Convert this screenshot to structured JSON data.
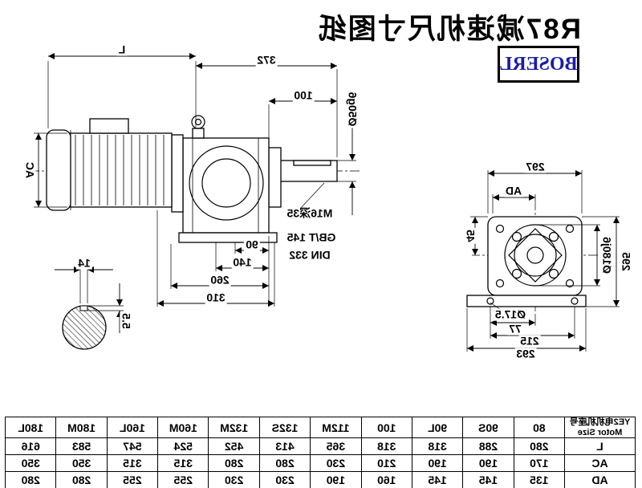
{
  "title": "R87减速机尺寸图纸",
  "logo": {
    "text": "BOSERL",
    "color": "#1b1caa"
  },
  "side_view": {
    "dims": {
      "L": "L",
      "len372": "372",
      "len100": "100",
      "shaft": "Ø50g6",
      "ac": "AC",
      "b90": "90",
      "b140": "140",
      "b260": "260",
      "b310": "310",
      "key_w": "14",
      "key_h": "5.5"
    },
    "notes": {
      "tap": "M16深35",
      "gb": "GB/T 145",
      "din": "DIN 332"
    }
  },
  "end_view": {
    "dims": {
      "e297": "297",
      "ad": "AD",
      "e45": "45",
      "spigot": "Ø180j6",
      "e295": "295",
      "hole": "Ø17.5",
      "e77": "77",
      "e215": "215",
      "e293": "293"
    }
  },
  "table": {
    "header": {
      "line1": "YE2电机机座号",
      "line2": "Motor Size"
    },
    "sizes": [
      "80",
      "90S",
      "90L",
      "100",
      "112M",
      "132S",
      "132M",
      "160M",
      "160L",
      "180M",
      "180L"
    ],
    "rows": [
      {
        "label": "L",
        "values": [
          "280",
          "288",
          "318",
          "318",
          "365",
          "413",
          "452",
          "524",
          "547",
          "583",
          "616"
        ]
      },
      {
        "label": "AC",
        "values": [
          "170",
          "190",
          "190",
          "210",
          "230",
          "280",
          "280",
          "315",
          "315",
          "350",
          "350"
        ]
      },
      {
        "label": "AD",
        "values": [
          "135",
          "145",
          "145",
          "160",
          "190",
          "230",
          "230",
          "255",
          "255",
          "280",
          "280"
        ]
      }
    ]
  }
}
